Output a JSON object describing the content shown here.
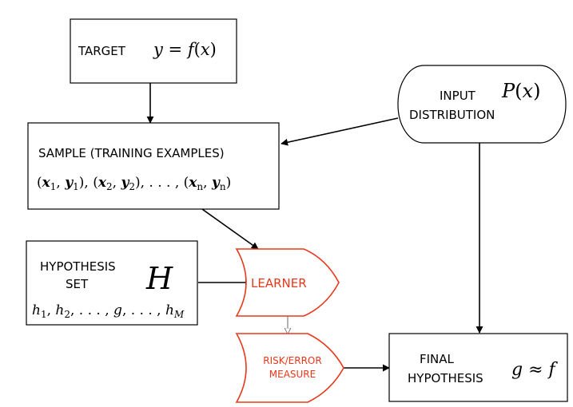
{
  "colors": {
    "ink": "#000000",
    "accent": "#e8381b",
    "background": "#ffffff"
  },
  "target": {
    "label": "TARGET",
    "formula": "y = f(x)"
  },
  "input_distribution": {
    "line1": "INPUT",
    "line2": "DISTRIBUTION",
    "formula": "P(x)"
  },
  "sample": {
    "label": "SAMPLE (TRAINING EXAMPLES)",
    "formula": "(x1, y1), (x2, y2), . . . , (xn, yn)"
  },
  "hypothesis_set": {
    "line1": "HYPOTHESIS",
    "line2": "SET",
    "symbol": "H",
    "formula": "h1, h2, . . . , g, . . . , hM"
  },
  "learner": {
    "label": "LEARNER"
  },
  "risk_measure": {
    "line1": "RISK/ERROR",
    "line2": "MEASURE"
  },
  "final_hypothesis": {
    "line1": "FINAL",
    "line2": "HYPOTHESIS",
    "formula": "g ≈ f"
  }
}
